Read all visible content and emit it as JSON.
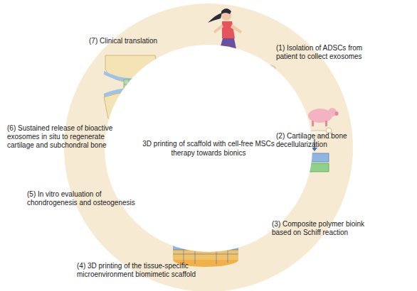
{
  "diagram": {
    "nodes": [
      {
        "text": [
          "3D printing of scaffold with cell-free MSCs therapy towards bionics"
        ]
      }
    ],
    "labels": [
      "(1) Isolation of ADSCs from patient to collect exosomes",
      "(2) Cartilage and bone decellularization",
      "(3) Composite polymer bioink based on Schiff reaction",
      "(4) 3D printing of the tissue-specific microenvironment biomimetic scaffold",
      "(5) In vitro evaluation of chondrogenesis and osteogenesis",
      "(6) Sustained release of bioactive exosomes in situ to regenerate cartilage and subchondral bone",
      "(7) Clinical translation"
    ]
  }
}
